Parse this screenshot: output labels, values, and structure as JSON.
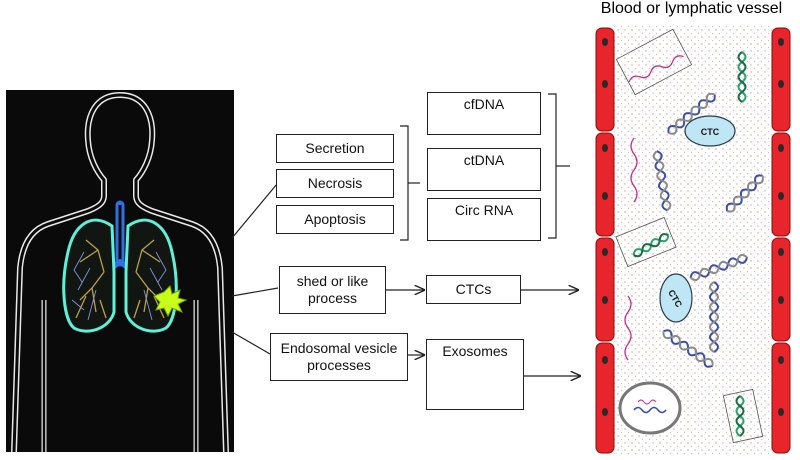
{
  "vessel": {
    "title": "Blood or lymphatic vessel"
  },
  "mechanisms": [
    "Secretion",
    "Necrosis",
    "Apoptosis"
  ],
  "nucleic_acids": [
    "cfDNA",
    "ctDNA",
    "Circ RNA"
  ],
  "shed_process": "shed or like process",
  "ctcs": "CTCs",
  "endosomal": "Endosomal vesicle processes",
  "exosomes": "Exosomes",
  "ctc_cell_label": "CTC",
  "colors": {
    "body_bg": "#0a0a0a",
    "body_outline": "#e8e8e8",
    "lung_outline": "#5ff0d8",
    "trachea": "#2f6fe0",
    "tumor": "#c8ff1a",
    "vessel_wall": "#e8252b",
    "ctc_fill": "#bfe6f5",
    "dna_blue": "#3a4fa8",
    "dna_green": "#2aa36a",
    "rna": "#c0308a"
  }
}
